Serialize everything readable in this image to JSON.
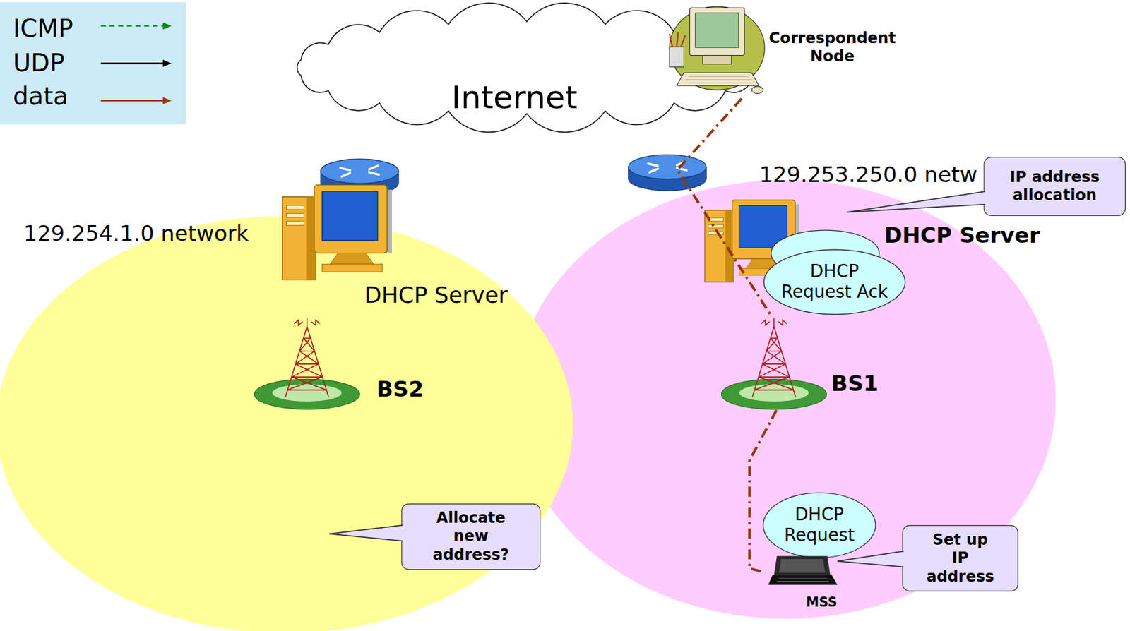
{
  "diagram": {
    "nodes": [
      {
        "text": [
          "Internet"
        ]
      },
      {
        "text": [
          "Correspondent Node"
        ]
      },
      {
        "text": [
          "129.254.1.0 network"
        ]
      },
      {
        "text": [
          "DHCP Server"
        ],
        "in": 2
      },
      {
        "text": [
          "BS2"
        ],
        "in": 2
      },
      {
        "text": [
          "Allocate new address?"
        ],
        "in": 2
      },
      {
        "text": [
          "129.253.250.0 netw"
        ]
      },
      {
        "text": [
          "IP address allocation"
        ]
      },
      {
        "text": [
          "DHCP Server"
        ],
        "in": 6
      },
      {
        "text": [
          "DHCP Request Ack"
        ],
        "in": 6
      },
      {
        "text": [
          "BS1"
        ],
        "in": 6
      },
      {
        "text": [
          "DHCP Request"
        ],
        "in": 6
      },
      {
        "text": [
          "MSS"
        ],
        "in": 6
      },
      {
        "text": [
          "Set up IP address"
        ],
        "in": 6
      }
    ],
    "edges": [
      {
        "from": 1,
        "to": 10,
        "arrow": "none"
      },
      {
        "from": 10,
        "to": 12,
        "arrow": "none"
      }
    ],
    "legend": [
      {
        "text": "ICMP"
      },
      {
        "text": "UDP"
      },
      {
        "text": "data"
      }
    ]
  }
}
